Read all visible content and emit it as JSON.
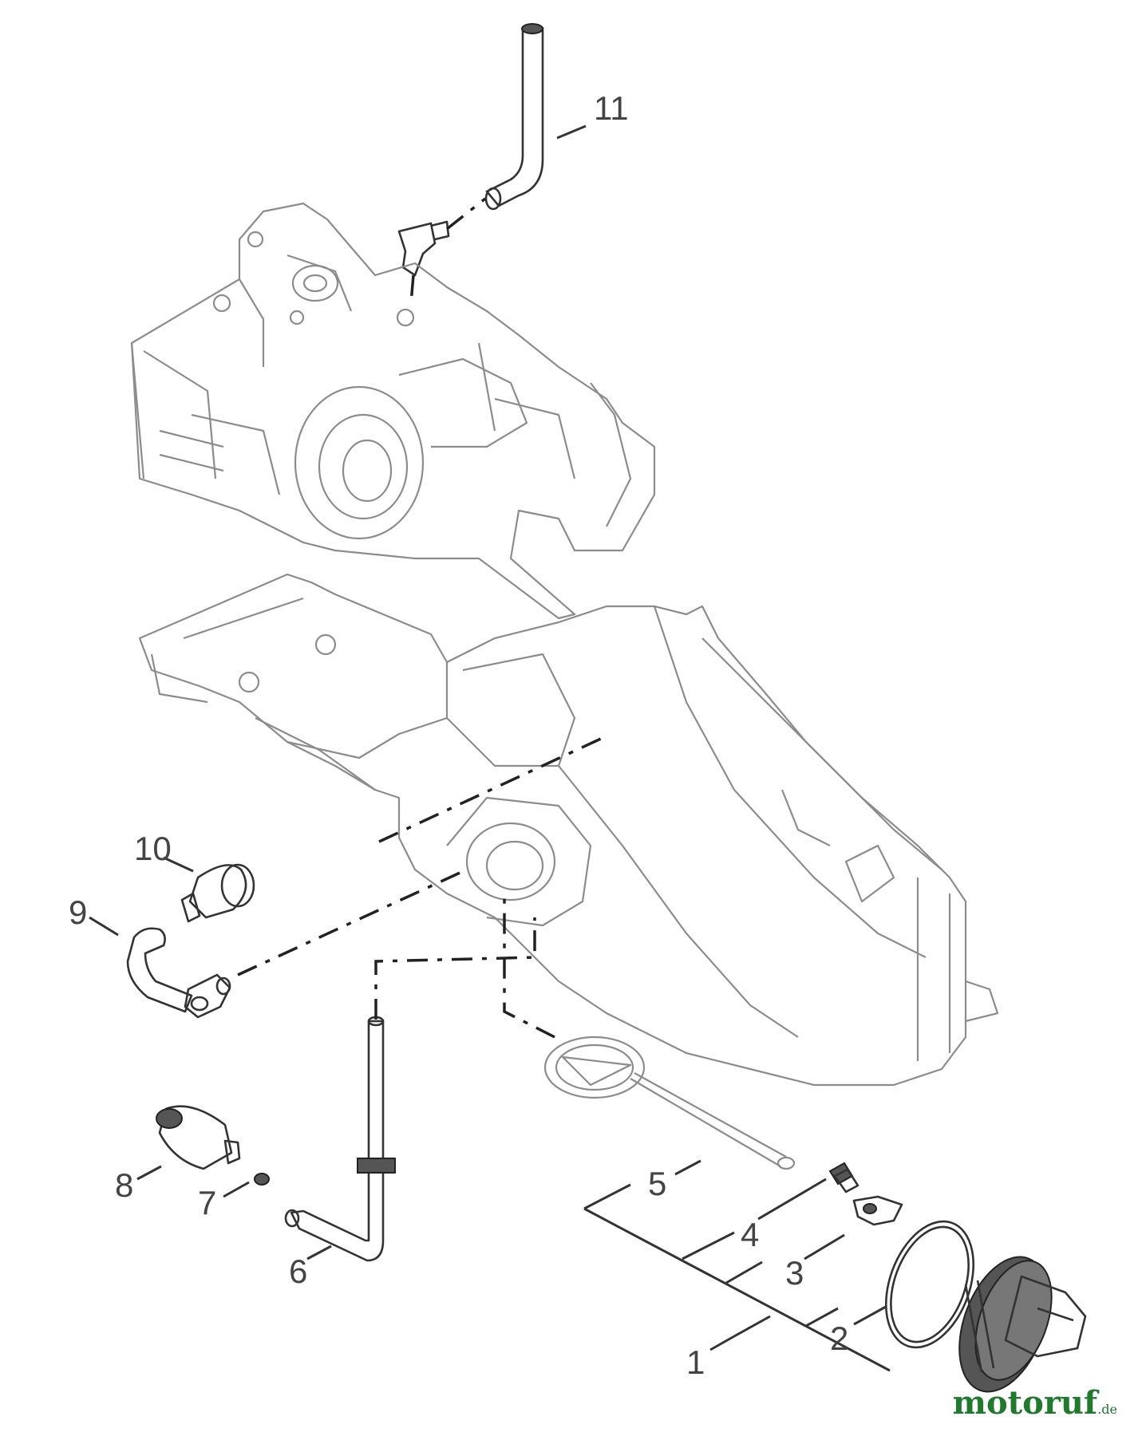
{
  "callouts": {
    "c1": "1",
    "c2": "2",
    "c3": "3",
    "c4": "4",
    "c5": "5",
    "c6": "6",
    "c7": "7",
    "c8": "8",
    "c9": "9",
    "c10": "10",
    "c11": "11"
  },
  "watermark": {
    "brand": "motoruf",
    "suffix": ".de"
  }
}
